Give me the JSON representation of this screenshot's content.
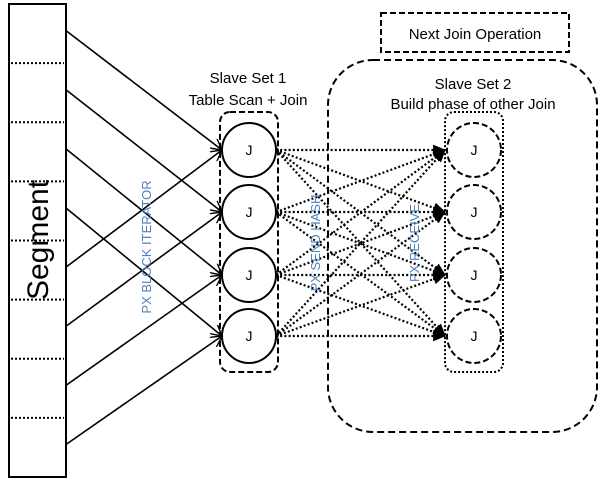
{
  "segment": {
    "label": "Segment",
    "partitions": 8
  },
  "slave_set_1": {
    "title": "Slave Set 1",
    "subtitle": "Table Scan + Join",
    "nodes": [
      "J",
      "J",
      "J",
      "J"
    ]
  },
  "slave_set_2": {
    "title": "Slave Set 2",
    "subtitle": "Build phase of other Join",
    "nodes": [
      "J",
      "J",
      "J",
      "J"
    ]
  },
  "next_join": {
    "label": "Next Join Operation"
  },
  "operators": {
    "block_iterator": "PX BLOCK ITERATOR",
    "send_hash": "PX SEND HASH",
    "receive": "PX RECEIVE"
  },
  "colors": {
    "line": "#000000",
    "operator_text": "#4f81bd"
  },
  "edges": {
    "segment_to_set1": [
      [
        0,
        0
      ],
      [
        1,
        1
      ],
      [
        2,
        2
      ],
      [
        3,
        3
      ],
      [
        4,
        0
      ],
      [
        5,
        1
      ],
      [
        6,
        2
      ],
      [
        7,
        3
      ]
    ],
    "set1_to_set2": "all-to-all"
  }
}
